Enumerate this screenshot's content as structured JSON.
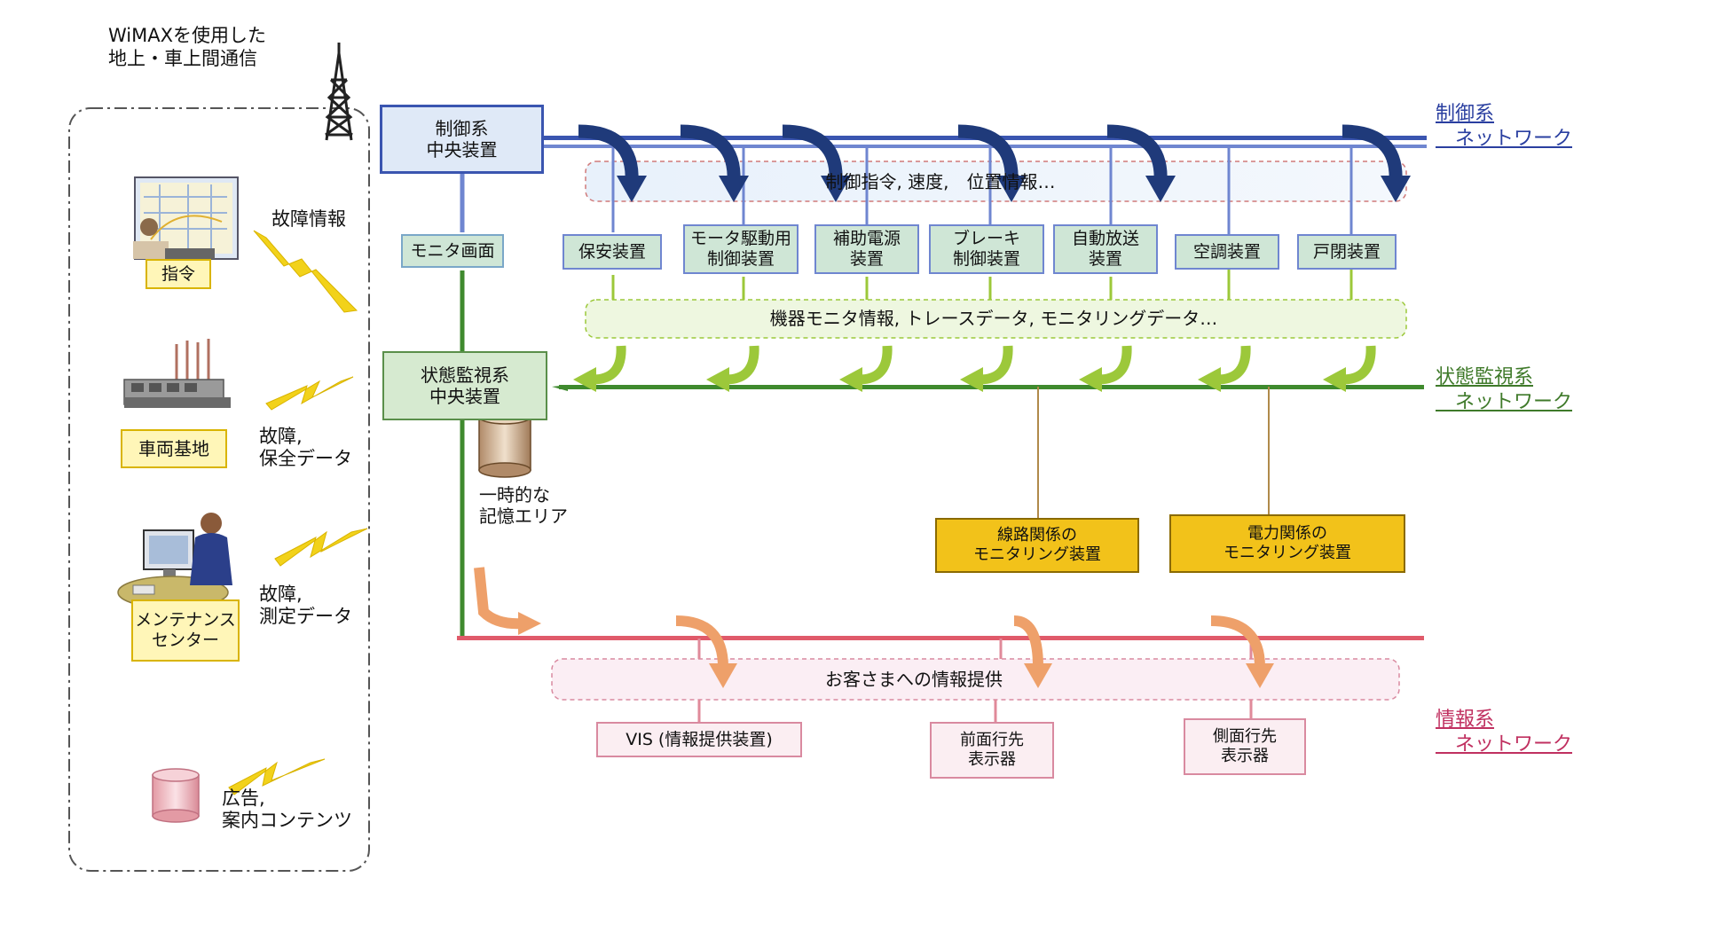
{
  "wimax": {
    "line1": "WiMAXを使用した",
    "line2": "地上・車上間通信"
  },
  "left": {
    "command_label": "指令",
    "fault_info": "故障情報",
    "depot_label": "車両基地",
    "depot_data": "故障,\n保全データ",
    "maint_label": "メンテナンス\nセンター",
    "maint_data": "故障,\n測定データ",
    "ads_data": "広告,\n案内コンテンツ"
  },
  "control": {
    "central": "制御系\n中央装置",
    "monitor": "モニタ画面",
    "band": "制御指令, 速度,　位置情報…",
    "devices": [
      "保安装置",
      "モータ駆動用\n制御装置",
      "補助電源\n装置",
      "ブレーキ\n制御装置",
      "自動放送\n装置",
      "空調装置",
      "戸閉装置"
    ],
    "network_label": "制御系\n　ネットワーク"
  },
  "status": {
    "band": "機器モニタ情報, トレースデータ, モニタリングデータ…",
    "central": "状態監視系\n中央装置",
    "storage": "一時的な\n記憶エリア",
    "track_monitor": "線路関係の\nモニタリング装置",
    "power_monitor": "電力関係の\nモニタリング装置",
    "network_label": "状態監視系\n　ネットワーク"
  },
  "info": {
    "band": "お客さまへの情報提供",
    "vis": "VIS (情報提供装置)",
    "front": "前面行先\n表示器",
    "side": "側面行先\n表示器",
    "network_label": "情報系\n　ネットワーク"
  },
  "colors": {
    "control_line": "#3a55b0",
    "control_arrow": "#1f3a7a",
    "status_line": "#3f8a2e",
    "status_arrow": "#9cc83a",
    "info_line": "#e05a6a",
    "info_arrow": "#eea06a",
    "lightning": "#f2d21a",
    "control_text": "#2a3fa0",
    "status_text": "#3f7a2a",
    "info_text": "#c03060"
  },
  "icons": [
    "radio-tower-icon",
    "operator-desk-icon",
    "factory-icon",
    "maintenance-worker-icon",
    "database-cylinder-icon",
    "lightning-icon"
  ]
}
